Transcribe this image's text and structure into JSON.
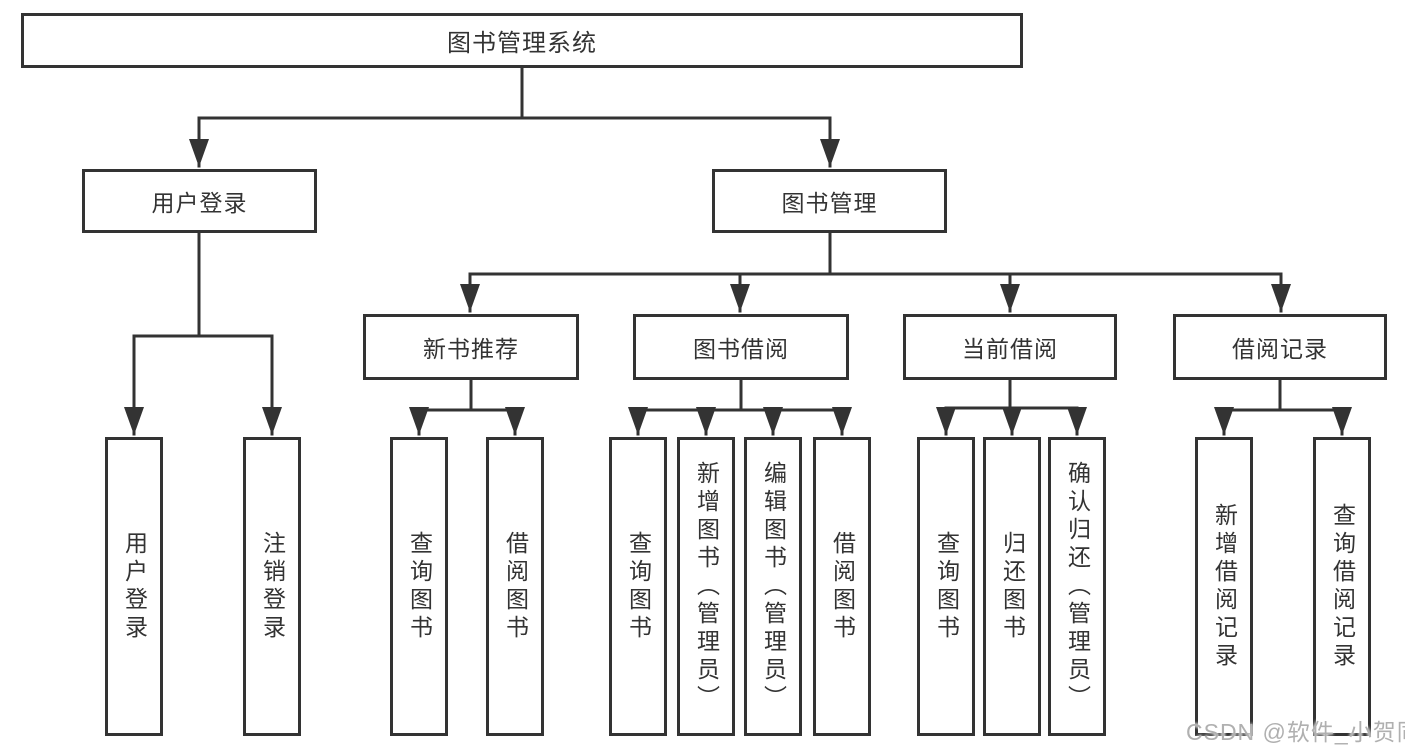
{
  "tree": {
    "label": "图书管理系统",
    "children": [
      {
        "label": "用户登录",
        "children": [
          {
            "label": "用户登录"
          },
          {
            "label": "注销登录"
          }
        ]
      },
      {
        "label": "图书管理",
        "children": [
          {
            "label": "新书推荐",
            "children": [
              {
                "label": "查询图书"
              },
              {
                "label": "借阅图书"
              }
            ]
          },
          {
            "label": "图书借阅",
            "children": [
              {
                "label": "查询图书"
              },
              {
                "label": "新增图书（管理员）"
              },
              {
                "label": "编辑图书（管理员）"
              },
              {
                "label": "借阅图书"
              }
            ]
          },
          {
            "label": "当前借阅",
            "children": [
              {
                "label": "查询图书"
              },
              {
                "label": "归还图书"
              },
              {
                "label": "确认归还（管理员）"
              }
            ]
          },
          {
            "label": "借阅记录",
            "children": [
              {
                "label": "新增借阅记录"
              },
              {
                "label": "查询借阅记录"
              }
            ]
          }
        ]
      }
    ]
  },
  "watermark": {
    "text": "CSDN @软件_小贺同学"
  },
  "colors": {
    "line": "#333333",
    "box_border": "#333333",
    "text": "#333333",
    "watermark": "#b0b0b0",
    "background": "#ffffff"
  }
}
